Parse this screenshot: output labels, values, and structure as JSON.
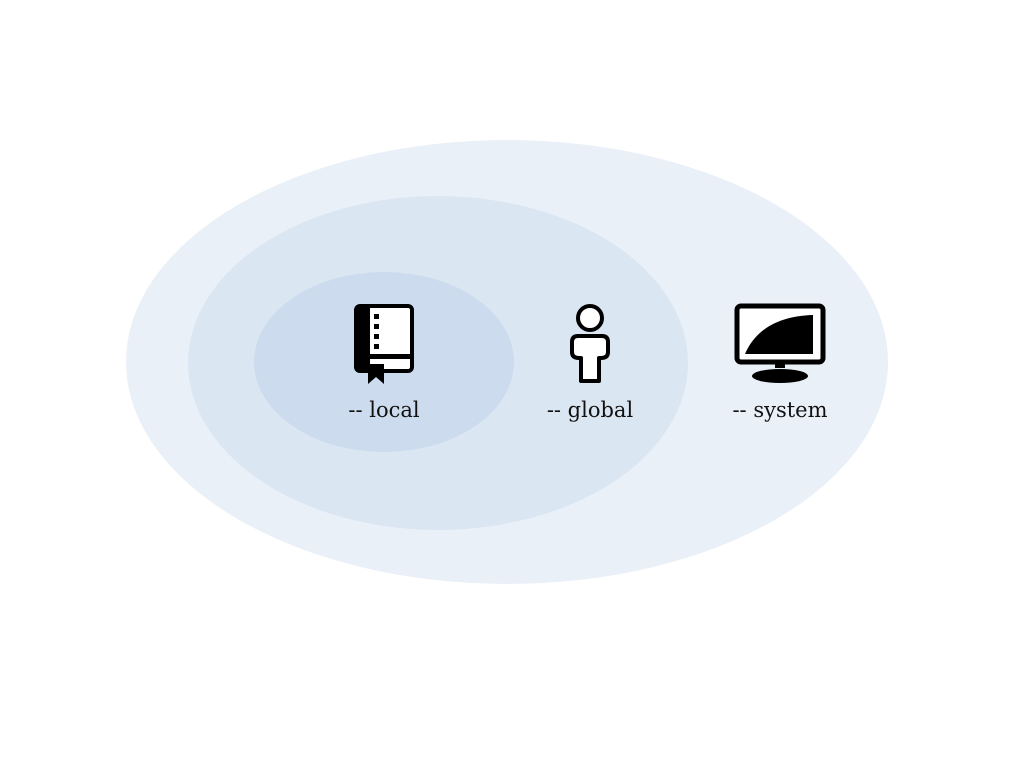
{
  "scopes": [
    {
      "id": "system",
      "label": "-- system",
      "icon": "monitor-icon",
      "fill": "#EAF0F8"
    },
    {
      "id": "global",
      "label": "-- global",
      "icon": "person-icon",
      "fill": "#DBE6F3"
    },
    {
      "id": "local",
      "label": "-- local",
      "icon": "repository-book-icon",
      "fill": "#CCDCEE"
    }
  ],
  "colors": {
    "icon": "#000000",
    "text": "#111111",
    "background": "#FFFFFF"
  }
}
